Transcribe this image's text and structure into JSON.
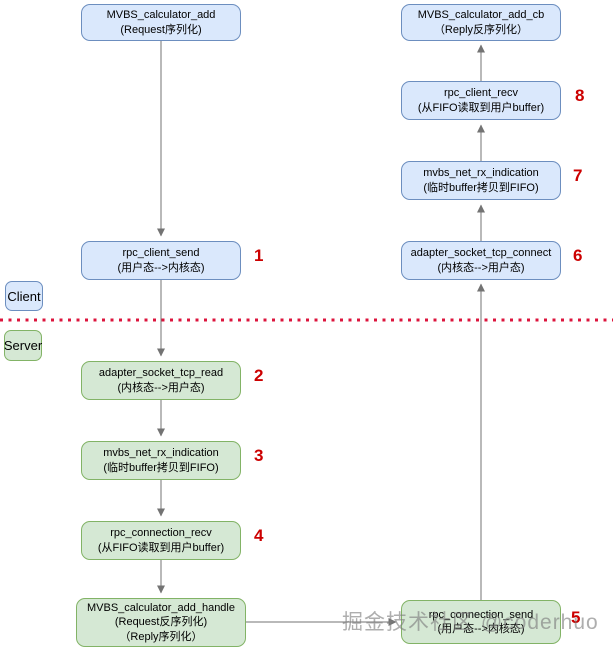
{
  "diagram": {
    "lanes": {
      "client": "Client",
      "server": "Server"
    },
    "watermark": "掘金技术社区 @coderhuo",
    "nodes": {
      "calculator_add": {
        "title": "MVBS_calculator_add",
        "subtitle": "(Request序列化)"
      },
      "calculator_add_cb": {
        "title": "MVBS_calculator_add_cb",
        "subtitle": "（Reply反序列化）"
      },
      "rpc_client_send": {
        "title": "rpc_client_send",
        "subtitle": "(用户态-->内核态)",
        "step": "1"
      },
      "adapter_socket_tcp_read": {
        "title": "adapter_socket_tcp_read",
        "subtitle": "(内核态-->用户态)",
        "step": "2"
      },
      "mvbs_net_rx_indication_server": {
        "title": "mvbs_net_rx_indication",
        "subtitle": "(临时buffer拷贝到FIFO)",
        "step": "3"
      },
      "rpc_connection_recv": {
        "title": "rpc_connection_recv",
        "subtitle": "(从FIFO读取到用户buffer)",
        "step": "4"
      },
      "calculator_add_handle": {
        "title": "MVBS_calculator_add_handle",
        "subtitle": "(Request反序列化)",
        "subtitle2": "（Reply序列化）"
      },
      "rpc_connection_send": {
        "title": "rpc_connection_send",
        "subtitle": "(用户态-->内核态)",
        "step": "5"
      },
      "adapter_socket_tcp_connect": {
        "title": "adapter_socket_tcp_connect",
        "subtitle": "(内核态-->用户态)",
        "step": "6"
      },
      "mvbs_net_rx_indication_client": {
        "title": "mvbs_net_rx_indication",
        "subtitle": "(临时buffer拷贝到FIFO)",
        "step": "7"
      },
      "rpc_client_recv": {
        "title": "rpc_client_recv",
        "subtitle": "(从FIFO读取到用户buffer)",
        "step": "8"
      }
    },
    "colors": {
      "client_node_fill": "#dae8fc",
      "client_node_border": "#6c8ebf",
      "server_node_fill": "#d5e8d4",
      "server_node_border": "#82b366",
      "step_number": "#cc0000",
      "separator_dotted": "#dc143c",
      "connector": "#737373",
      "watermark_text": "#7d7d7d"
    }
  }
}
